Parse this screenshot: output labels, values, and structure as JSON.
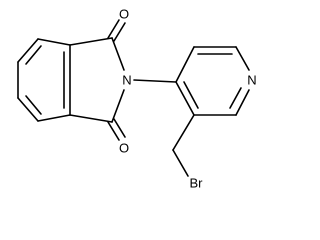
{
  "molecule": {
    "atoms": {
      "O_top": "O",
      "O_bottom": "O",
      "N_imide": "N",
      "N_pyridine": "N",
      "Br": "Br"
    }
  }
}
